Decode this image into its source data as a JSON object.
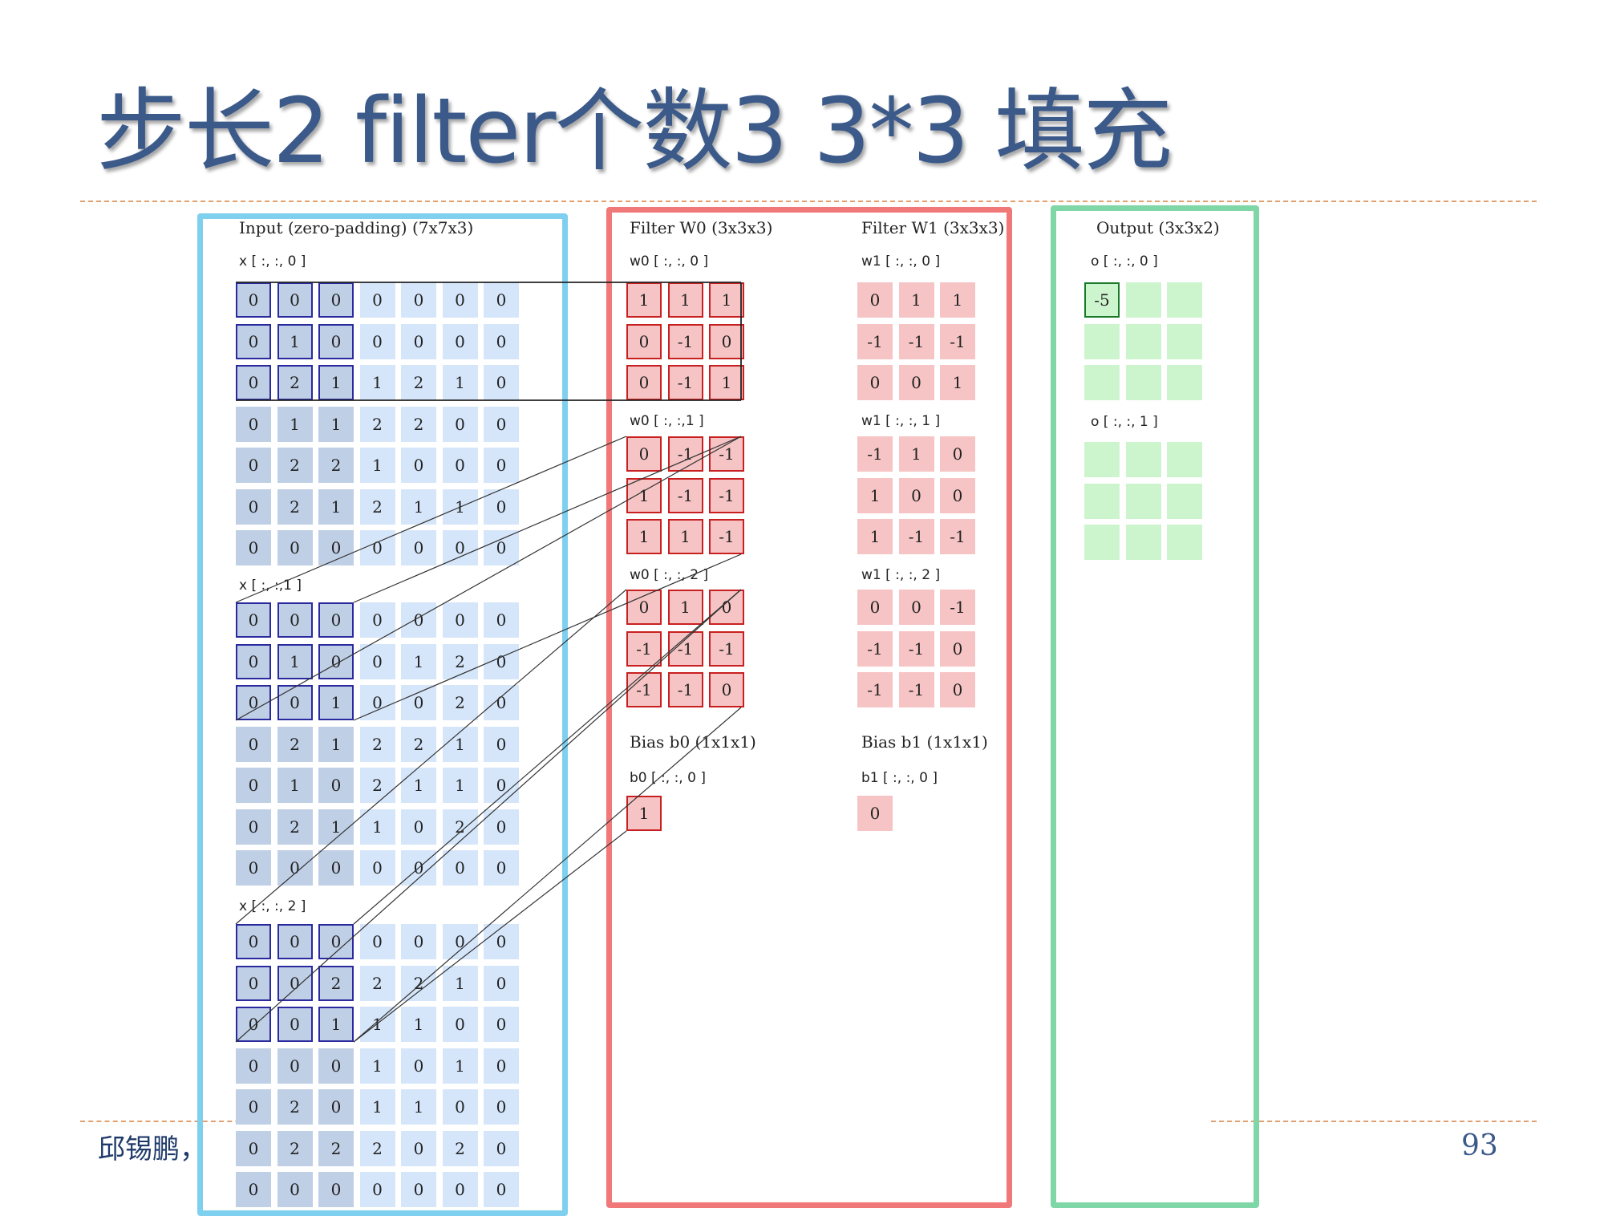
{
  "title": "步长2 filter个数3 3*3 填充",
  "footer": {
    "left": "邱锡鹏，",
    "page": "93"
  },
  "colors": {
    "title": "#3b5a8a",
    "input_border": "#7fd0ee",
    "filter_border": "#f07878",
    "output_border": "#7fd6a6",
    "input_cell_dark": "#bfcfe6",
    "input_cell_light": "#d6e6fa",
    "input_highlight": "#2a2a9e",
    "filter_cell": "#f6c4c4",
    "filter_highlight": "#c82020",
    "output_cell": "#cdf5cd",
    "output_highlight": "#1a7a2a"
  },
  "input": {
    "heading": "Input (zero-padding)  (7x7x3)",
    "channels": [
      {
        "label": "x [ :, :, 0 ]",
        "grid": [
          [
            "0",
            "0",
            "0",
            "0",
            "0",
            "0",
            "0"
          ],
          [
            "0",
            "1",
            "0",
            "0",
            "0",
            "0",
            "0"
          ],
          [
            "0",
            "2",
            "1",
            "1",
            "2",
            "1",
            "0"
          ],
          [
            "0",
            "1",
            "1",
            "2",
            "2",
            "0",
            "0"
          ],
          [
            "0",
            "2",
            "2",
            "1",
            "0",
            "0",
            "0"
          ],
          [
            "0",
            "2",
            "1",
            "2",
            "1",
            "1",
            "0"
          ],
          [
            "0",
            "0",
            "0",
            "0",
            "0",
            "0",
            "0"
          ]
        ]
      },
      {
        "label": "x [ :, :,1 ]",
        "grid": [
          [
            "0",
            "0",
            "0",
            "0",
            "0",
            "0",
            "0"
          ],
          [
            "0",
            "1",
            "0",
            "0",
            "1",
            "2",
            "0"
          ],
          [
            "0",
            "0",
            "1",
            "0",
            "0",
            "2",
            "0"
          ],
          [
            "0",
            "2",
            "1",
            "2",
            "2",
            "1",
            "0"
          ],
          [
            "0",
            "1",
            "0",
            "2",
            "1",
            "1",
            "0"
          ],
          [
            "0",
            "2",
            "1",
            "1",
            "0",
            "2",
            "0"
          ],
          [
            "0",
            "0",
            "0",
            "0",
            "0",
            "0",
            "0"
          ]
        ]
      },
      {
        "label": "x [ :, :, 2 ]",
        "grid": [
          [
            "0",
            "0",
            "0",
            "0",
            "0",
            "0",
            "0"
          ],
          [
            "0",
            "0",
            "2",
            "2",
            "2",
            "1",
            "0"
          ],
          [
            "0",
            "0",
            "1",
            "1",
            "1",
            "0",
            "0"
          ],
          [
            "0",
            "0",
            "0",
            "1",
            "0",
            "1",
            "0"
          ],
          [
            "0",
            "2",
            "0",
            "1",
            "1",
            "0",
            "0"
          ],
          [
            "0",
            "2",
            "2",
            "2",
            "0",
            "2",
            "0"
          ],
          [
            "0",
            "0",
            "0",
            "0",
            "0",
            "0",
            "0"
          ]
        ]
      }
    ]
  },
  "filter_w0": {
    "heading": "Filter W0  (3x3x3)",
    "slices": [
      {
        "label": "w0 [ :, :, 0 ]",
        "grid": [
          [
            "1",
            "1",
            "1"
          ],
          [
            "0",
            "-1",
            "0"
          ],
          [
            "0",
            "-1",
            "1"
          ]
        ]
      },
      {
        "label": "w0 [ :, :,1 ]",
        "grid": [
          [
            "0",
            "-1",
            "-1"
          ],
          [
            "1",
            "-1",
            "-1"
          ],
          [
            "1",
            "1",
            "-1"
          ]
        ]
      },
      {
        "label": "w0 [ :, :, 2 ]",
        "grid": [
          [
            "0",
            "1",
            "0"
          ],
          [
            "-1",
            "-1",
            "-1"
          ],
          [
            "-1",
            "-1",
            "0"
          ]
        ]
      }
    ],
    "bias_heading": "Bias b0  (1x1x1)",
    "bias_label": "b0 [ :, :, 0 ]",
    "bias_value": "1"
  },
  "filter_w1": {
    "heading": "Filter W1  (3x3x3)",
    "slices": [
      {
        "label": "w1 [ :, :, 0 ]",
        "grid": [
          [
            "0",
            "1",
            "1"
          ],
          [
            "-1",
            "-1",
            "-1"
          ],
          [
            "0",
            "0",
            "1"
          ]
        ]
      },
      {
        "label": "w1 [ :, :, 1 ]",
        "grid": [
          [
            "-1",
            "1",
            "0"
          ],
          [
            "1",
            "0",
            "0"
          ],
          [
            "1",
            "-1",
            "-1"
          ]
        ]
      },
      {
        "label": "w1 [ :, :, 2 ]",
        "grid": [
          [
            "0",
            "0",
            "-1"
          ],
          [
            "-1",
            "-1",
            "0"
          ],
          [
            "-1",
            "-1",
            "0"
          ]
        ]
      }
    ],
    "bias_heading": "Bias b1  (1x1x1)",
    "bias_label": "b1 [ :, :, 0 ]",
    "bias_value": "0"
  },
  "output": {
    "heading": "Output  (3x3x2)",
    "slices": [
      {
        "label": "o [ :, :, 0 ]",
        "grid": [
          [
            "-5",
            "",
            ""
          ],
          [
            "",
            "",
            ""
          ],
          [
            "",
            "",
            ""
          ]
        ]
      },
      {
        "label": "o [ :, :, 1 ]",
        "grid": [
          [
            "",
            "",
            ""
          ],
          [
            "",
            "",
            ""
          ],
          [
            "",
            "",
            ""
          ]
        ]
      }
    ]
  }
}
